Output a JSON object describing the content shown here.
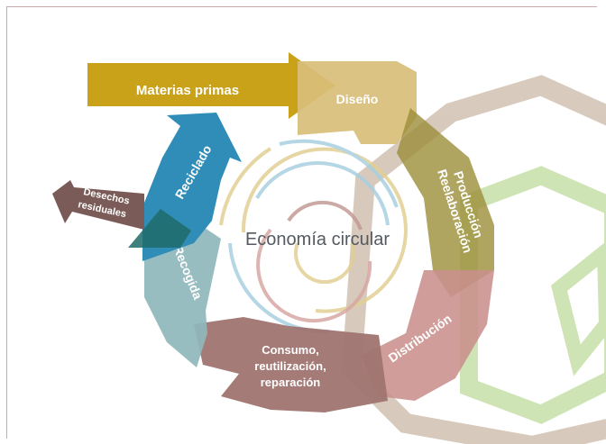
{
  "diagram": {
    "center_title": "Economía circular",
    "stages": {
      "materias_primas": "Materias primas",
      "diseno": "Diseño",
      "produccion_line1": "Producción",
      "produccion_line2": "Reelaboración",
      "distribucion": "Distribución",
      "consumo_line1": "Consumo,",
      "consumo_line2": "reutilización,",
      "consumo_line3": "reparación",
      "recogida": "Recogida",
      "reciclado": "Reciclado",
      "desechos_line1": "Desechos",
      "desechos_line2": "residuales"
    }
  },
  "colors": {
    "materias_primas": "#c9a219",
    "diseno": "#d8be78",
    "produccion": "#9c8d3a",
    "distribucion": "#c98f8c",
    "consumo": "#9f7470",
    "recogida": "#8fb7bb",
    "reciclado": "#2f8db8",
    "desechos": "#7a5b58",
    "center_text": "#555a60"
  }
}
